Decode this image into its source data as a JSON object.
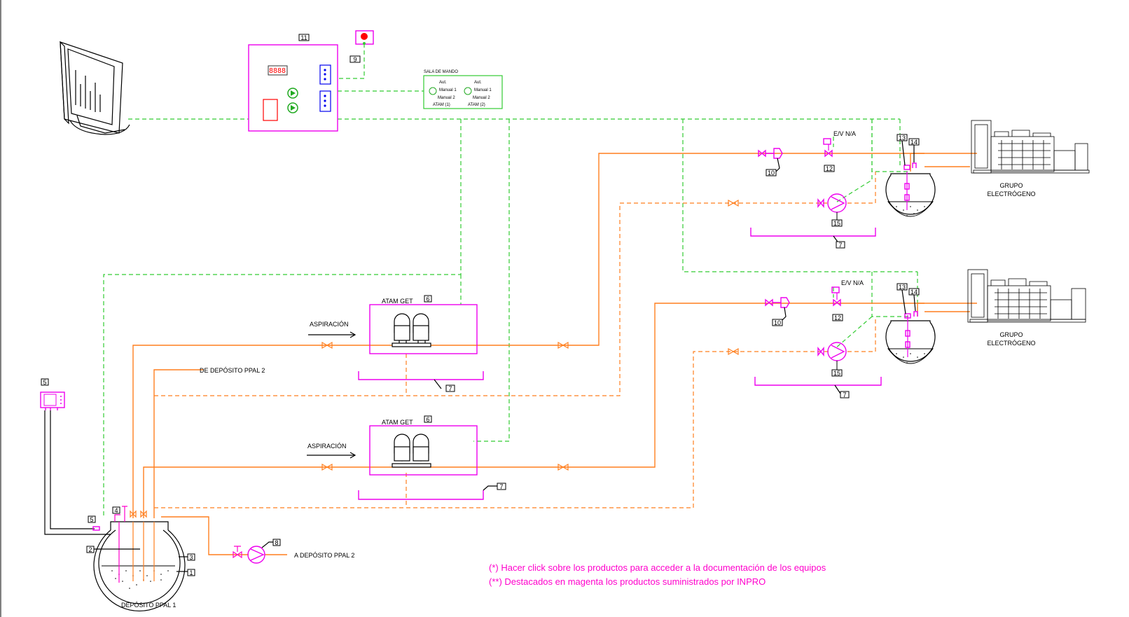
{
  "colors": {
    "fuel_line": "#ff7f1f",
    "control_line": "#33cc33",
    "inpro_products": "#ff00cc",
    "alarm": "#ff0000"
  },
  "control_room": {
    "title": "SALA DE MANDO",
    "aut_1": "Aut.",
    "aut_2": "Aut.",
    "manual1_1": "Manual 1",
    "manual2_1": "Manual 2",
    "manual1_2": "Manual 1",
    "manual2_2": "Manual 2",
    "atam1": "ATAM (1)",
    "atam2": "ATAM (2)",
    "panel_display": "8888"
  },
  "labels": {
    "atam_get_1": "ATAM GET",
    "atam_get_2": "ATAM GET",
    "aspiracion_1": "ASPIRACIÓN",
    "aspiracion_2": "ASPIRACIÓN",
    "de_deposito": "DE DEPÓSITO PPAL 2",
    "a_deposito": "A DEPÓSITO PPAL 2",
    "deposito_ppal": "DEPÓSITO PPAL 1",
    "ev_1": "E/V N/A",
    "ev_2": "E/V N/A",
    "grupo_1a": "GRUPO",
    "grupo_1b": "ELECTRÓGENO",
    "grupo_2a": "GRUPO",
    "grupo_2b": "ELECTRÓGENO"
  },
  "tags": {
    "t1": "1",
    "t2": "2",
    "t3": "3",
    "t4": "4",
    "t5": "5",
    "t6a": "6",
    "t6b": "6",
    "t7a": "7",
    "t7b": "7",
    "t7c": "7",
    "t7d": "7",
    "t8": "8",
    "t9": "9",
    "t10a": "10",
    "t10b": "10",
    "t11": "11",
    "t12a": "12",
    "t12b": "12",
    "t13a": "13",
    "t13b": "13",
    "t14a": "14",
    "t14b": "14",
    "t15a": "15",
    "t15b": "15",
    "t16": "5"
  },
  "notes": {
    "note1": "(*) Hacer click sobre los productos para acceder a la documentación de los equipos",
    "note2": "(**) Destacados en magenta los productos suministrados por INPRO"
  }
}
